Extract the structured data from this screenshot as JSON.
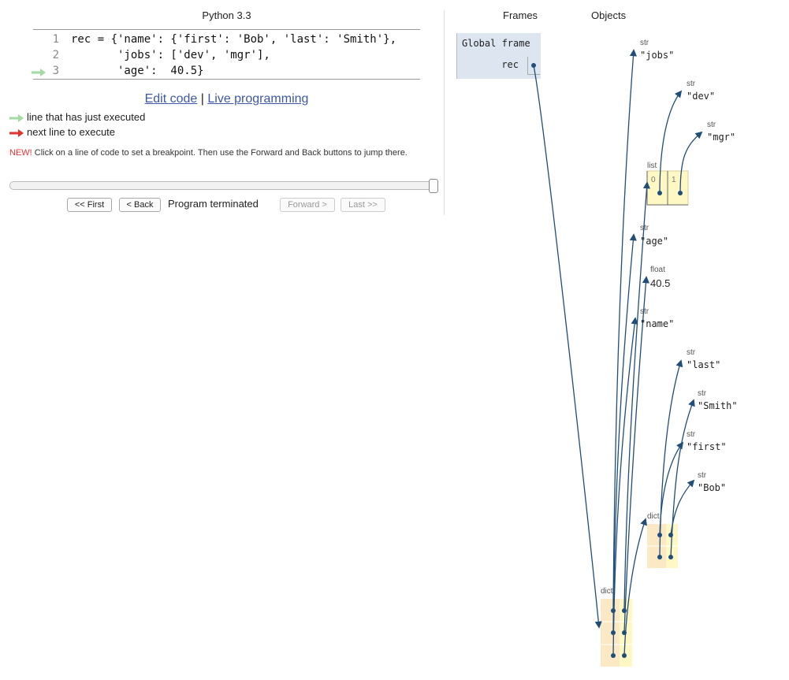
{
  "language": "Python 3.3",
  "code_lines": [
    {
      "num": "1",
      "text": "rec = {'name': {'first': 'Bob', 'last': 'Smith'},"
    },
    {
      "num": "2",
      "text": "       'jobs': ['dev', 'mgr'],"
    },
    {
      "num": "3",
      "text": "       'age':  40.5}"
    }
  ],
  "links": {
    "edit": "Edit code",
    "separator": "|",
    "live": "Live programming"
  },
  "legend": {
    "executed": "line that has just executed",
    "next": "next line to execute"
  },
  "notice": {
    "prefix": "NEW!",
    "text": "Click on a line of code to set a breakpoint. Then use the Forward and Back buttons to jump there."
  },
  "controls": {
    "first": "<< First",
    "back": "< Back",
    "status": "Program terminated",
    "forward": "Forward >",
    "last": "Last >>"
  },
  "panel": {
    "frames": "Frames",
    "objects": "Objects"
  },
  "frame": {
    "title": "Global frame",
    "var": "rec"
  },
  "objects": {
    "str_jobs": {
      "type": "str",
      "value": "\"jobs\""
    },
    "str_dev": {
      "type": "str",
      "value": "\"dev\""
    },
    "str_mgr": {
      "type": "str",
      "value": "\"mgr\""
    },
    "list": {
      "type": "list",
      "i0": "0",
      "i1": "1"
    },
    "str_age": {
      "type": "str",
      "value": "\"age\""
    },
    "float": {
      "type": "float",
      "value": "40.5"
    },
    "str_name": {
      "type": "str",
      "value": "\"name\""
    },
    "str_last": {
      "type": "str",
      "value": "\"last\""
    },
    "str_smith": {
      "type": "str",
      "value": "\"Smith\""
    },
    "str_first": {
      "type": "str",
      "value": "\"first\""
    },
    "str_bob": {
      "type": "str",
      "value": "\"Bob\""
    },
    "dict_inner": {
      "type": "dict"
    },
    "dict_outer": {
      "type": "dict"
    }
  },
  "colors": {
    "arrow": "#1f4e79",
    "exec_green": "#a3dba3",
    "next_red": "#e0342f",
    "frame_bg": "#dde5f0",
    "heap_bg": "#fff8c4",
    "link": "#3d58a2"
  }
}
